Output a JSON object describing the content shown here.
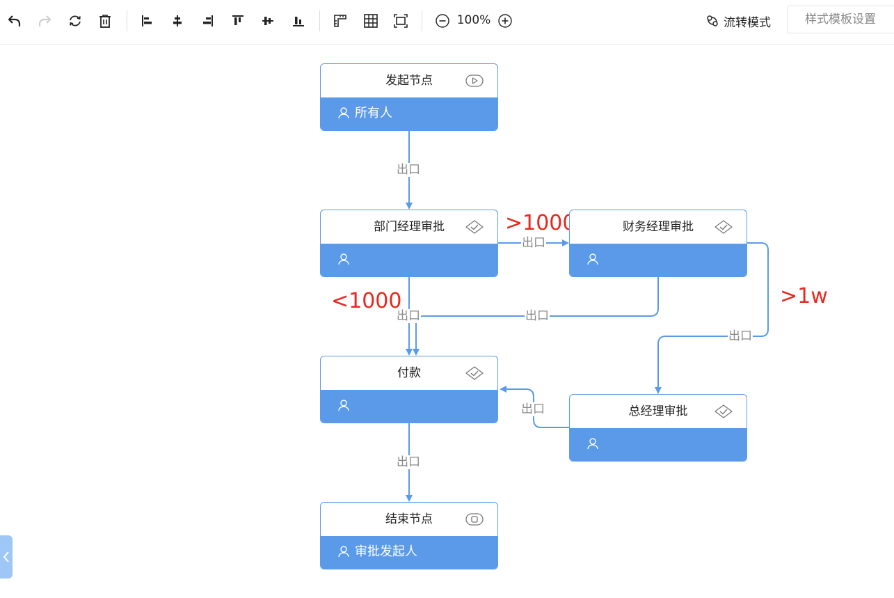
{
  "toolbar": {
    "buttons": [
      {
        "name": "undo-button",
        "icon": "undo-icon"
      },
      {
        "name": "redo-button",
        "icon": "redo-icon"
      },
      {
        "name": "refresh-button",
        "icon": "refresh-icon"
      },
      {
        "name": "delete-button",
        "icon": "trash-icon"
      },
      {
        "name": "align-left-button",
        "icon": "align-left-icon"
      },
      {
        "name": "align-center-button",
        "icon": "align-center-icon"
      },
      {
        "name": "align-right-button",
        "icon": "align-right-icon"
      },
      {
        "name": "align-top-button",
        "icon": "align-top-icon"
      },
      {
        "name": "align-middle-button",
        "icon": "align-middle-icon"
      },
      {
        "name": "align-bottom-button",
        "icon": "align-bottom-icon"
      },
      {
        "name": "ruler-button",
        "icon": "ruler-icon"
      },
      {
        "name": "grid-button",
        "icon": "grid-icon"
      },
      {
        "name": "fit-view-button",
        "icon": "fit-view-icon"
      },
      {
        "name": "zoom-out-button",
        "icon": "zoom-out-icon"
      },
      {
        "name": "zoom-in-button",
        "icon": "zoom-in-icon"
      }
    ],
    "zoom_level": "100%",
    "flow_mode_label": "流转模式",
    "style_template_label": "样式模板设置"
  },
  "colors": {
    "node_blue": "#5b9ae9",
    "condition_red": "#e8281e",
    "edge_label_gray": "#8a8a8a"
  },
  "nodes": {
    "start": {
      "title": "发起节点",
      "assignee": "所有人",
      "icon": "play-icon"
    },
    "dept_manager": {
      "title": "部门经理审批",
      "assignee": "",
      "icon": "approve-check-icon"
    },
    "finance_manager": {
      "title": "财务经理审批",
      "assignee": "",
      "icon": "approve-check-icon"
    },
    "payment": {
      "title": "付款",
      "assignee": "",
      "icon": "approve-check-icon"
    },
    "general_manager": {
      "title": "总经理审批",
      "assignee": "",
      "icon": "approve-check-icon"
    },
    "end": {
      "title": "结束节点",
      "assignee": "审批发起人",
      "icon": "stop-icon"
    }
  },
  "edges": {
    "start_to_dept": "出口",
    "dept_to_finance": "出口",
    "dept_to_payment": "出口",
    "finance_to_payment": "出口",
    "finance_to_gm": "出口",
    "gm_to_payment": "出口",
    "payment_to_end": "出口"
  },
  "conditions": {
    "gt_1000": ">1000",
    "lt_1000": "<1000",
    "gt_1w": ">1w"
  }
}
